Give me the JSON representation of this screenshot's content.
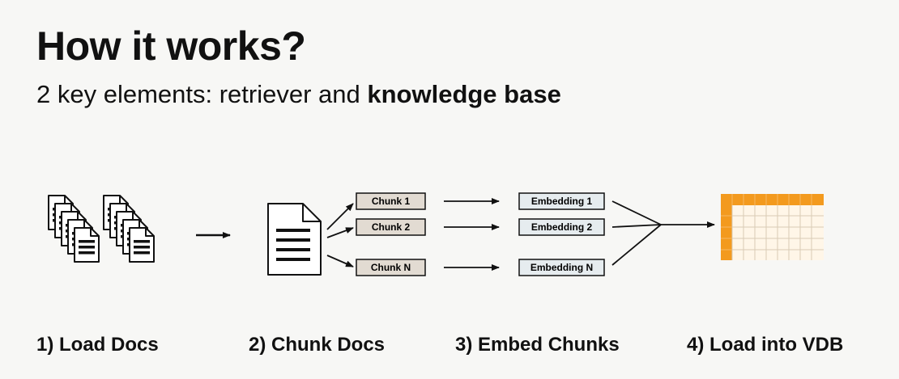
{
  "slide": {
    "title": "How it works?",
    "subtitle_prefix": "2 key elements: retriever and ",
    "subtitle_bold": "knowledge base"
  },
  "chunks": [
    "Chunk 1",
    "Chunk 2",
    "Chunk N"
  ],
  "embeddings": [
    "Embedding 1",
    "Embedding 2",
    "Embedding N"
  ],
  "steps": [
    "1) Load Docs",
    "2) Chunk Docs",
    "3) Embed Chunks",
    "4) Load into VDB"
  ],
  "colors": {
    "chunk_fill": "#e2dbd2",
    "embedding_fill": "#e6ecef",
    "vdb_header": "#f39a1e",
    "vdb_cell": "#fff6e8"
  }
}
